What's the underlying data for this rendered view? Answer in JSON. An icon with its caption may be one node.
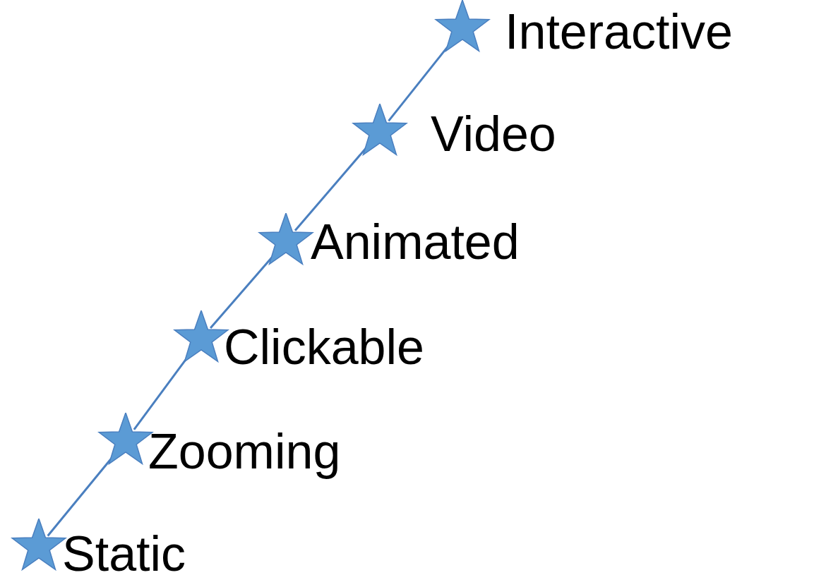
{
  "diagram": {
    "nodes": [
      {
        "text": [],
        "shape": "star",
        "beside": [
          "Static"
        ]
      },
      {
        "text": [],
        "shape": "star",
        "beside": [
          "Zooming"
        ]
      },
      {
        "text": [],
        "shape": "star",
        "beside": [
          "Clickable"
        ]
      },
      {
        "text": [],
        "shape": "star",
        "beside": [
          "Animated"
        ]
      },
      {
        "text": [],
        "shape": "star",
        "beside": [
          "Video"
        ]
      },
      {
        "text": [],
        "shape": "star",
        "beside": [
          "Interactive"
        ]
      }
    ],
    "edges": [
      {
        "from": 0,
        "to": 1,
        "arrow": "none"
      },
      {
        "from": 1,
        "to": 2,
        "arrow": "none"
      },
      {
        "from": 2,
        "to": 3,
        "arrow": "none"
      },
      {
        "from": 3,
        "to": 4,
        "arrow": "none"
      },
      {
        "from": 4,
        "to": 5,
        "arrow": "none"
      }
    ]
  }
}
